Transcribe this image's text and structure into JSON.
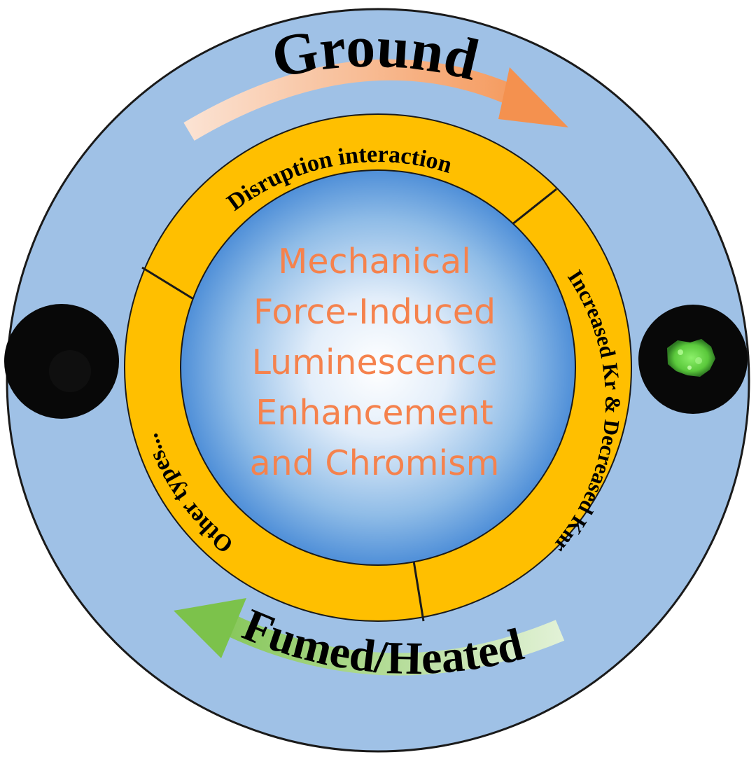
{
  "outer_top_label": "Ground",
  "outer_bottom_label": "Fumed/Heated",
  "ring_labels": {
    "top": "Disruption  interaction",
    "right": "Increased Kr & Decreased Knr",
    "left": "Other types..."
  },
  "center_lines": [
    "Mechanical",
    "Force-Induced",
    "Luminescence",
    "Enhancement",
    "and Chromism"
  ],
  "colors": {
    "outer_disk": "#9fc1e6",
    "ring": "#ffbf00",
    "center_text": "#f5824d",
    "arrow_ground": "#f4914f",
    "arrow_fumed": "#78b84a",
    "emission_green": "#6fdc4b",
    "sample_dark": "#080808"
  },
  "icons": {
    "left_sample": "dark-sample-disc",
    "right_sample": "glowing-green-sample-disc",
    "top_arrow": "arrow-clockwise-icon",
    "bottom_arrow": "arrow-counterclockwise-icon"
  }
}
